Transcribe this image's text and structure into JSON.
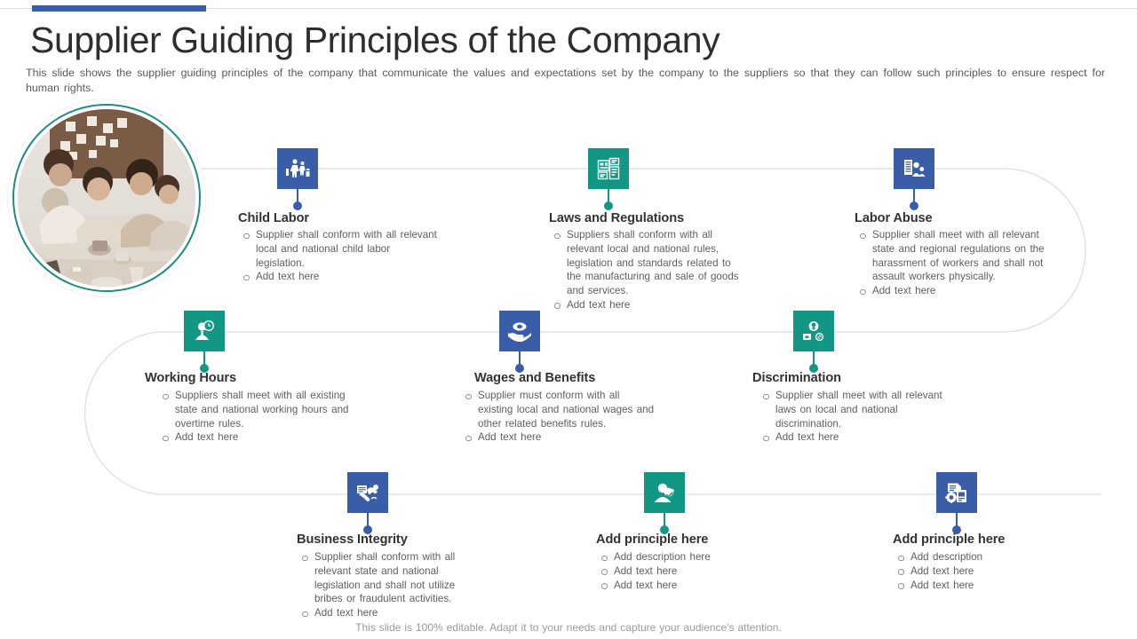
{
  "header": {
    "title": "Supplier Guiding Principles of the Company",
    "subtitle": "This slide shows the supplier guiding principles of the company that communicate the values and expectations set by the company to the suppliers so that they can follow such principles to ensure respect for human rights."
  },
  "footer": {
    "note": "This slide is 100% editable. Adapt it to your needs and capture your audience's attention."
  },
  "colors": {
    "blue": "#3a5da8",
    "teal": "#129784",
    "accent_bar": "#3a5da8",
    "path_line": "#d9d9d9",
    "photo_ring": "#1f8c82",
    "title_text": "#2e2e2e",
    "body_text": "#5e5e5e"
  },
  "photo": {
    "caption": "team meeting around a table with sticky notes on wall",
    "icon": "photo-circle"
  },
  "nodes": [
    {
      "id": "child-labor",
      "title": "Child Labor",
      "color": "blue",
      "icon": "child-labor-icon",
      "bullets": [
        "Supplier shall conform with all relevant local and national child labor legislation.",
        "Add text here"
      ]
    },
    {
      "id": "laws-and-regulations",
      "title": "Laws and Regulations",
      "color": "teal",
      "icon": "regulations-document-icon",
      "bullets": [
        "Suppliers shall conform with all relevant local and national rules, legislation and standards related to the manufacturing and sale of goods and services.",
        "Add text here"
      ]
    },
    {
      "id": "labor-abuse",
      "title": "Labor Abuse",
      "color": "blue",
      "icon": "labor-abuse-icon",
      "bullets": [
        "Supplier shall meet with all relevant state and regional regulations on the harassment of workers and shall not assault workers physically.",
        "Add text here"
      ]
    },
    {
      "id": "working-hours",
      "title": "Working Hours",
      "color": "teal",
      "icon": "working-hours-clock-icon",
      "bullets": [
        "Suppliers shall meet with all existing state and national working hours and overtime rules.",
        "Add text here"
      ]
    },
    {
      "id": "wages-and-benefits",
      "title": "Wages and Benefits",
      "color": "blue",
      "icon": "wages-hand-coin-icon",
      "bullets": [
        "Supplier must conform with all existing local and national wages and other related benefits rules.",
        "Add text here"
      ]
    },
    {
      "id": "discrimination",
      "title": "Discrimination",
      "color": "teal",
      "icon": "discrimination-icon",
      "bullets": [
        "Supplier shall meet with all relevant laws on local and national discrimination.",
        "Add text here"
      ]
    },
    {
      "id": "business-integrity",
      "title": "Business Integrity",
      "color": "blue",
      "icon": "business-integrity-handshake-icon",
      "bullets": [
        "Supplier shall conform with all relevant state and national legislation and shall not utilize bribes or fraudulent activities.",
        "Add text here"
      ]
    },
    {
      "id": "add-principle-1",
      "title": "Add principle here",
      "color": "teal",
      "icon": "person-shield-icon",
      "bullets": [
        "Add description here",
        "Add text here",
        "Add text here"
      ]
    },
    {
      "id": "add-principle-2",
      "title": "Add principle here",
      "color": "blue",
      "icon": "document-gear-icon",
      "bullets": [
        "Add description",
        "Add text here",
        "Add text here"
      ]
    }
  ]
}
